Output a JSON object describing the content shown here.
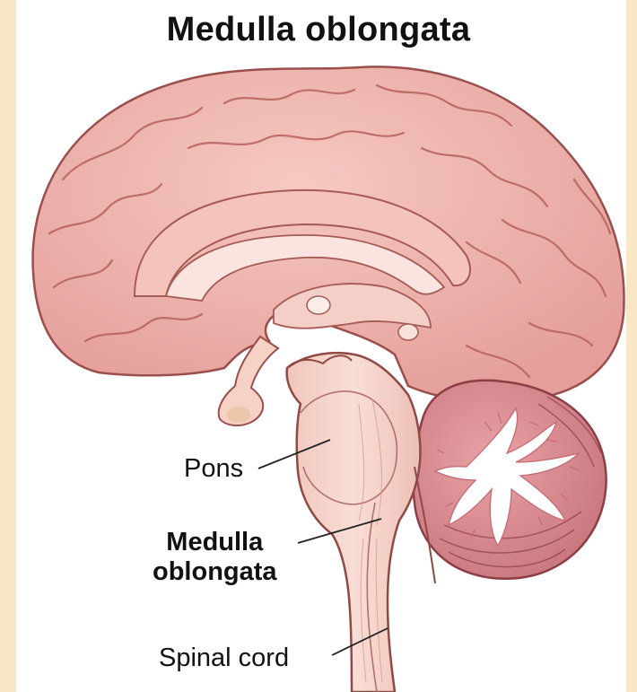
{
  "title": "Medulla oblongata",
  "labels": {
    "pons": "Pons",
    "medulla_line1": "Medulla",
    "medulla_line2": "oblongata",
    "spinal_cord": "Spinal cord"
  },
  "colors": {
    "background": "#f8e6c4",
    "cortex": "#eeb1ab",
    "cortex_outline": "#9a4f4c",
    "brainstem": "#f5d4cb",
    "cerebellum": "#dd8f93",
    "cerebellum_white_matter": "#ffffff"
  }
}
